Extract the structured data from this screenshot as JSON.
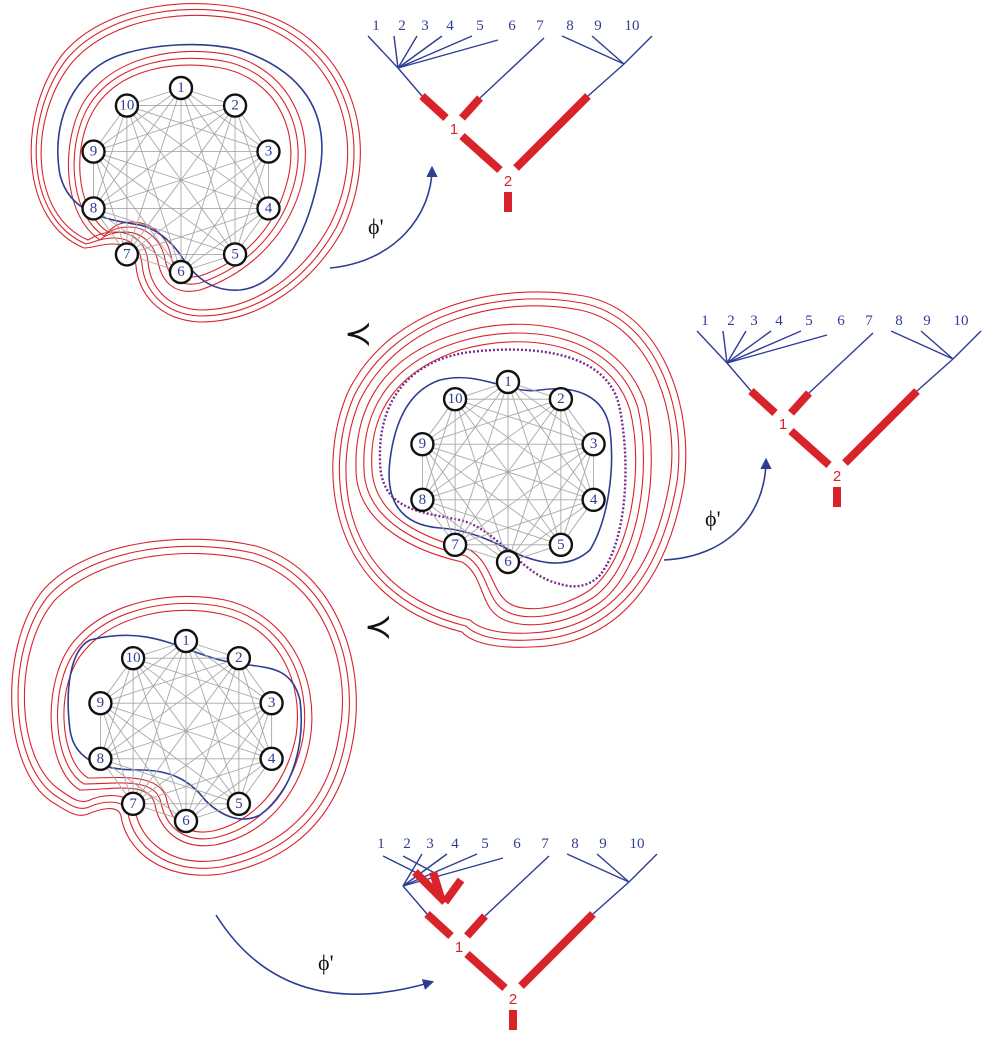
{
  "nodes": [
    "1",
    "2",
    "3",
    "4",
    "5",
    "6",
    "7",
    "8",
    "9",
    "10"
  ],
  "tree_leaves": [
    "1",
    "2",
    "3",
    "4",
    "5",
    "6",
    "7",
    "8",
    "9",
    "10"
  ],
  "tree_internal": [
    "1",
    "2"
  ],
  "map_symbol": "ϕ'",
  "order_symbol": "≺",
  "colors": {
    "boundary": "#2e3d94",
    "separator": "#d9232b",
    "intermediate": "#7a2a8c",
    "edge": "#a8a8a8"
  }
}
